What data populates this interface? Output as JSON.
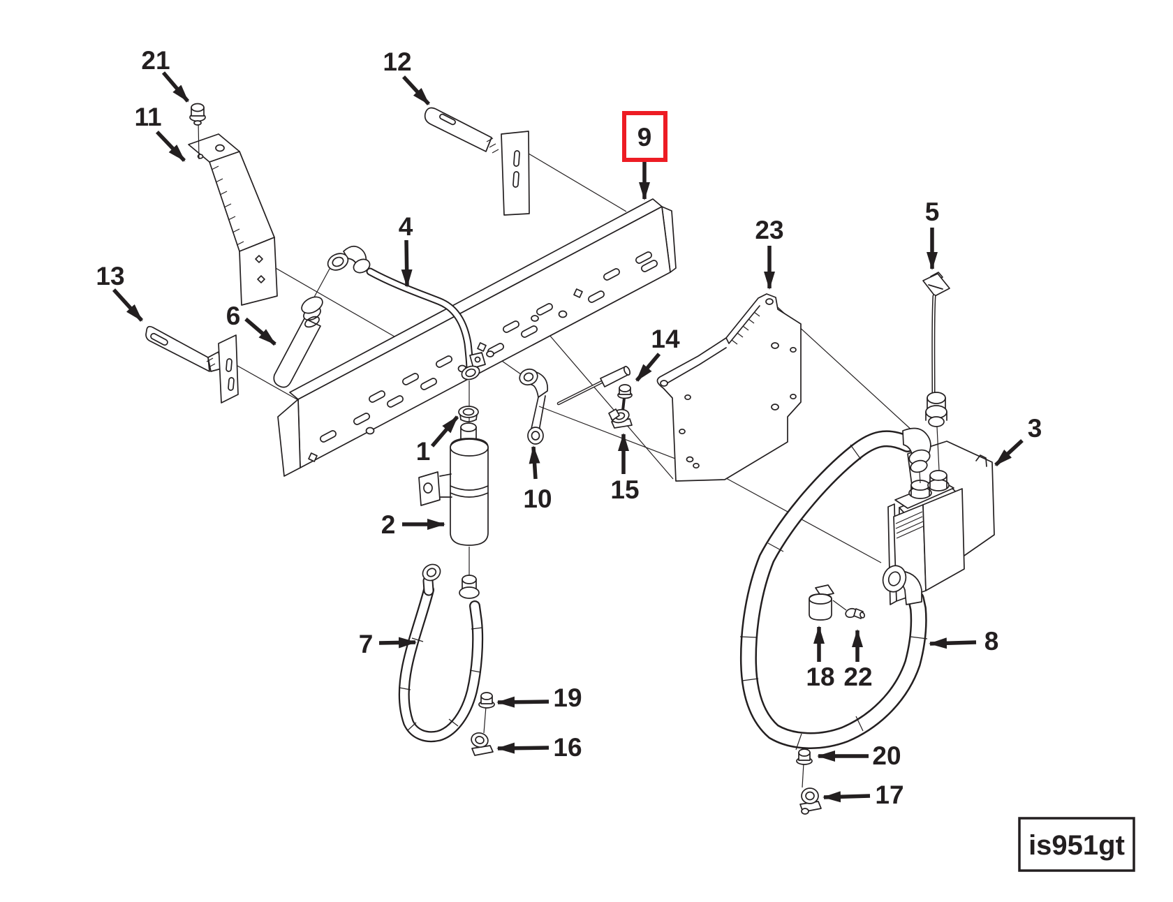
{
  "figure": {
    "code": "is951gt",
    "highlighted_callout": "9",
    "callouts": [
      {
        "label": "1"
      },
      {
        "label": "2"
      },
      {
        "label": "3"
      },
      {
        "label": "4"
      },
      {
        "label": "5"
      },
      {
        "label": "6"
      },
      {
        "label": "7"
      },
      {
        "label": "8"
      },
      {
        "label": "9"
      },
      {
        "label": "10"
      },
      {
        "label": "11"
      },
      {
        "label": "12"
      },
      {
        "label": "13"
      },
      {
        "label": "14"
      },
      {
        "label": "15"
      },
      {
        "label": "16"
      },
      {
        "label": "17"
      },
      {
        "label": "18"
      },
      {
        "label": "19"
      },
      {
        "label": "20"
      },
      {
        "label": "21"
      },
      {
        "label": "22"
      },
      {
        "label": "23"
      }
    ]
  },
  "colors": {
    "highlight": "#ed1c24",
    "line": "#231f20",
    "paper": "#ffffff"
  }
}
